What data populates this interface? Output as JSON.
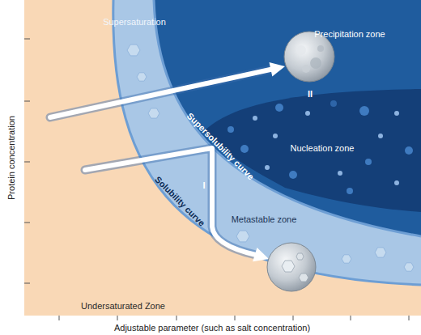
{
  "diagram": {
    "nodes": [
      {
        "text": [
          "Supersaturation",
          "Metastable zone"
        ]
      },
      {
        "text": [
          "Precipitation zone"
        ]
      },
      {
        "text": [
          "Nucleation zone"
        ],
        "in": 1
      },
      {
        "text": [
          "Undersaturated Zone"
        ]
      }
    ],
    "labels": [
      "II",
      "Supersolubility curve",
      "I",
      "Solubility curve",
      "Protein concentration",
      "Adjustable parameter (such as salt concentration)"
    ]
  }
}
